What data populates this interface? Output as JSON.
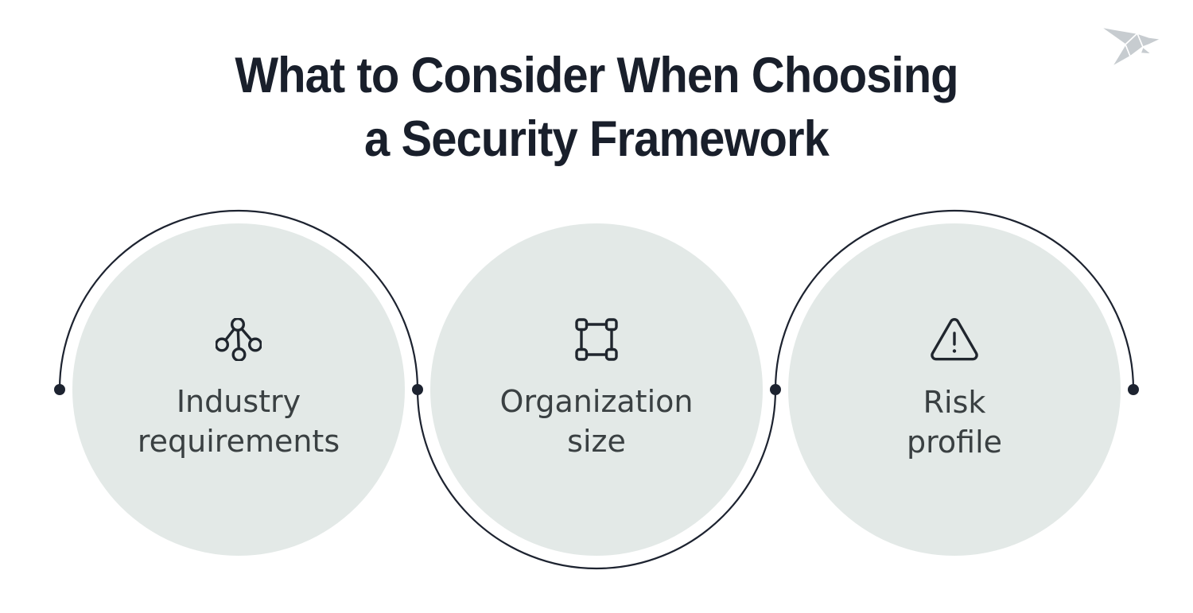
{
  "title": {
    "line1": "What to Consider When Choosing",
    "line2": "a Security Framework"
  },
  "logo": {
    "icon": "origami-bird-logo"
  },
  "circles": [
    {
      "icon": "network-hierarchy-icon",
      "label_line1": "Industry",
      "label_line2": "requirements"
    },
    {
      "icon": "selection-frame-icon",
      "label_line1": "Organization",
      "label_line2": "size"
    },
    {
      "icon": "warning-triangle-icon",
      "label_line1": "Risk",
      "label_line2": "profile"
    }
  ],
  "colors": {
    "background": "#ffffff",
    "title_text": "#191f2b",
    "circle_fill": "#e3e9e7",
    "connector_line": "#1d2330",
    "label_text": "#3a4042",
    "icon_stroke": "#20262e",
    "logo_fill": "#c7ccd0"
  }
}
